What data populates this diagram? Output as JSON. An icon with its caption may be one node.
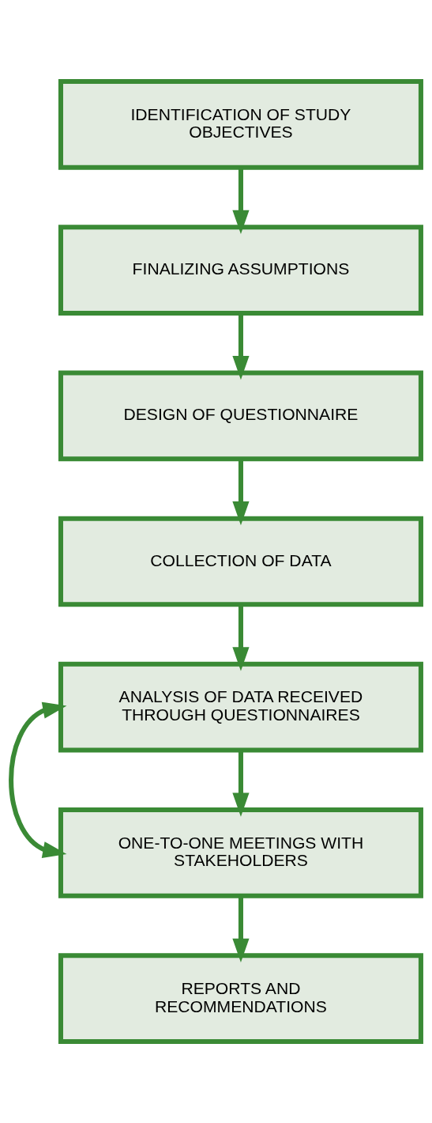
{
  "diagram": {
    "nodes": [
      {
        "text": [
          "IDENTIFICATION OF STUDY OBJECTIVES"
        ]
      },
      {
        "text": [
          "FINALIZING ASSUMPTIONS"
        ]
      },
      {
        "text": [
          "DESIGN OF QUESTIONNAIRE"
        ]
      },
      {
        "text": [
          "COLLECTION OF DATA"
        ]
      },
      {
        "text": [
          "ANALYSIS OF DATA RECEIVED THROUGH QUESTIONNAIRES"
        ]
      },
      {
        "text": [
          "ONE-TO-ONE MEETINGS WITH STAKEHOLDERS"
        ]
      },
      {
        "text": [
          "REPORTS AND RECOMMENDATIONS"
        ]
      }
    ],
    "edges": [
      {
        "from": 0,
        "to": 1,
        "arrow": "to"
      },
      {
        "from": 1,
        "to": 2,
        "arrow": "to"
      },
      {
        "from": 2,
        "to": 3,
        "arrow": "to"
      },
      {
        "from": 3,
        "to": 4,
        "arrow": "to"
      },
      {
        "from": 4,
        "to": 5,
        "arrow": "to"
      },
      {
        "from": 4,
        "to": 5,
        "arrow": "both"
      },
      {
        "from": 5,
        "to": 6,
        "arrow": "to"
      }
    ]
  }
}
